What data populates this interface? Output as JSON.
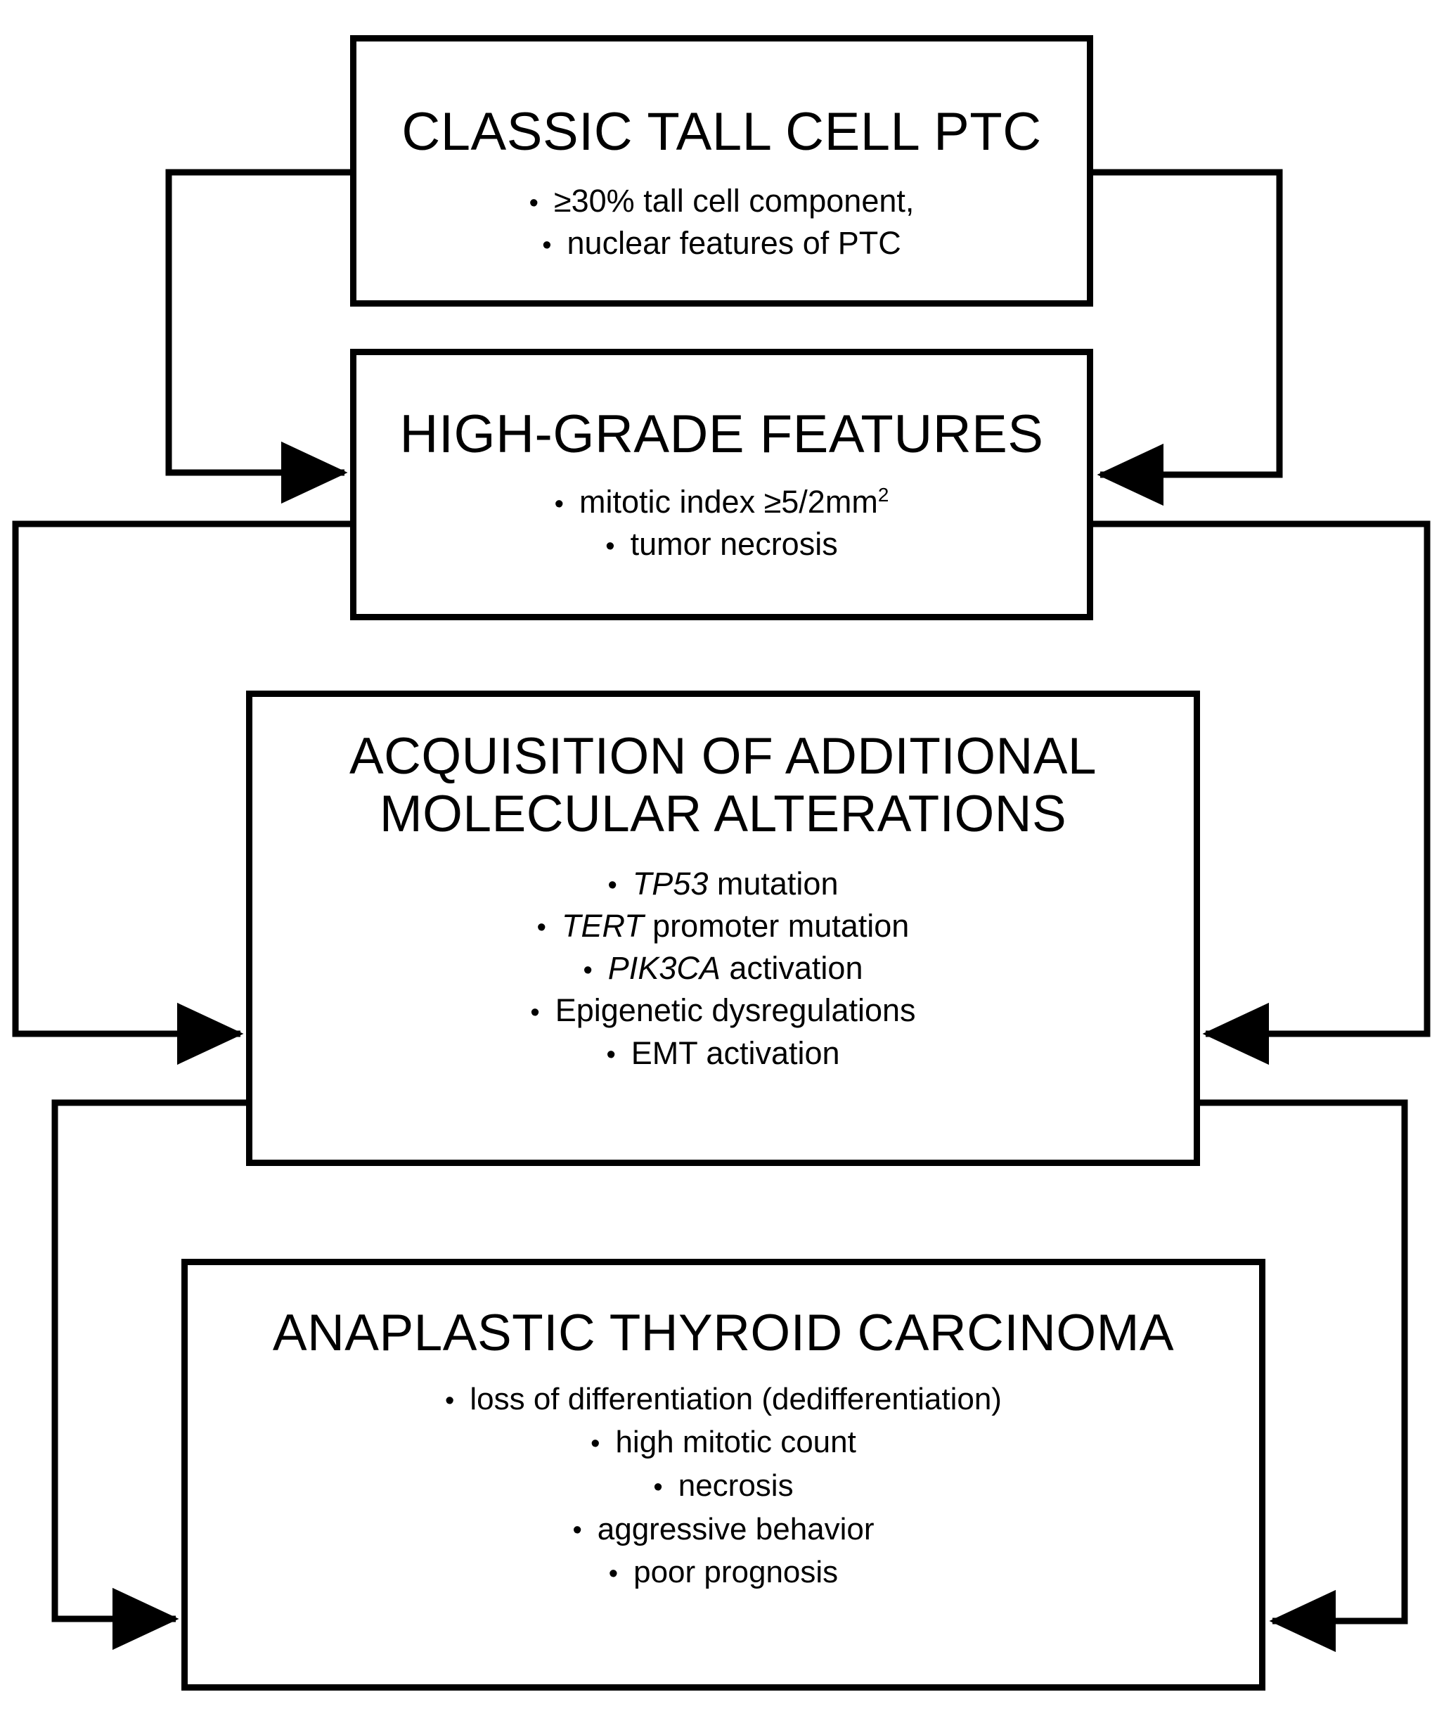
{
  "diagram": {
    "type": "flowchart",
    "orientation": "vertical-progression-with-feedback-loops",
    "background_color": "#FFFFFF",
    "line_color": "#000000",
    "nodes": [
      {
        "id": "classic-tall-cell-ptc",
        "title": "CLASSIC TALL CELL PTC",
        "bullets": [
          "≥30% tall cell component,",
          "nuclear features of PTC"
        ]
      },
      {
        "id": "high-grade-features",
        "title": "HIGH-GRADE FEATURES",
        "bullets": [
          "mitotic index ≥5/2mm2",
          "tumor necrosis"
        ]
      },
      {
        "id": "molecular-alterations",
        "title": "ACQUISITION OF ADDITIONAL\nMOLECULAR ALTERATIONS",
        "bullets": [
          "TP53 mutation",
          "TERT promoter mutation",
          "PIK3CA activation",
          "Epigenetic dysregulations",
          "EMT activation"
        ]
      },
      {
        "id": "anaplastic-thyroid-carcinoma",
        "title": "ANAPLASTIC THYROID CARCINOMA",
        "bullets": [
          "loss of differentiation (dedifferentiation)",
          "high mitotic count",
          "necrosis",
          "aggressive behavior",
          "poor prognosis"
        ]
      }
    ],
    "connectors": [
      {
        "id": "ptc-left-to-hgf",
        "from": "classic-tall-cell-ptc",
        "to": "high-grade-features",
        "side": "left",
        "arrow": "right"
      },
      {
        "id": "ptc-right-to-hgf",
        "from": "classic-tall-cell-ptc",
        "to": "high-grade-features",
        "side": "right",
        "arrow": "left"
      },
      {
        "id": "hgf-left-to-molecular",
        "from": "high-grade-features",
        "to": "molecular-alterations",
        "side": "left",
        "arrow": "right"
      },
      {
        "id": "hgf-right-to-molecular",
        "from": "high-grade-features",
        "to": "molecular-alterations",
        "side": "right",
        "arrow": "left"
      },
      {
        "id": "molecular-left-to-atc",
        "from": "molecular-alterations",
        "to": "anaplastic-thyroid-carcinoma",
        "side": "left",
        "arrow": "right"
      },
      {
        "id": "molecular-right-to-atc",
        "from": "molecular-alterations",
        "to": "anaplastic-thyroid-carcinoma",
        "side": "right",
        "arrow": "left"
      }
    ]
  },
  "boxes": {
    "box1": {
      "title": "CLASSIC TALL CELL PTC",
      "bullets": [
        {
          "prefix": "≥30% tall cell component,",
          "italic": "",
          "suffix": ""
        },
        {
          "prefix": "nuclear features of PTC",
          "italic": "",
          "suffix": ""
        }
      ]
    },
    "box2": {
      "title": "HIGH-GRADE FEATURES",
      "bullets": [
        {
          "prefix": "mitotic index ≥5/2mm",
          "italic": "",
          "suffix": "",
          "sup": "2"
        },
        {
          "prefix": "tumor necrosis",
          "italic": "",
          "suffix": ""
        }
      ]
    },
    "box3": {
      "title_line1": "ACQUISITION OF ADDITIONAL",
      "title_line2": "MOLECULAR ALTERATIONS",
      "bullets": [
        {
          "italic": "TP53",
          "suffix": " mutation"
        },
        {
          "italic": "TERT",
          "suffix": " promoter mutation"
        },
        {
          "italic": "PIK3CA",
          "suffix": " activation"
        },
        {
          "italic": "",
          "suffix": "Epigenetic dysregulations"
        },
        {
          "italic": "",
          "suffix": "EMT activation"
        }
      ]
    },
    "box4": {
      "title": "ANAPLASTIC THYROID CARCINOMA",
      "bullets": [
        {
          "prefix": "loss of differentiation (dedifferentiation)"
        },
        {
          "prefix": "high mitotic count"
        },
        {
          "prefix": "necrosis"
        },
        {
          "prefix": "aggressive behavior"
        },
        {
          "prefix": "poor prognosis"
        }
      ]
    }
  },
  "glyphs": {
    "bullet": "•"
  }
}
